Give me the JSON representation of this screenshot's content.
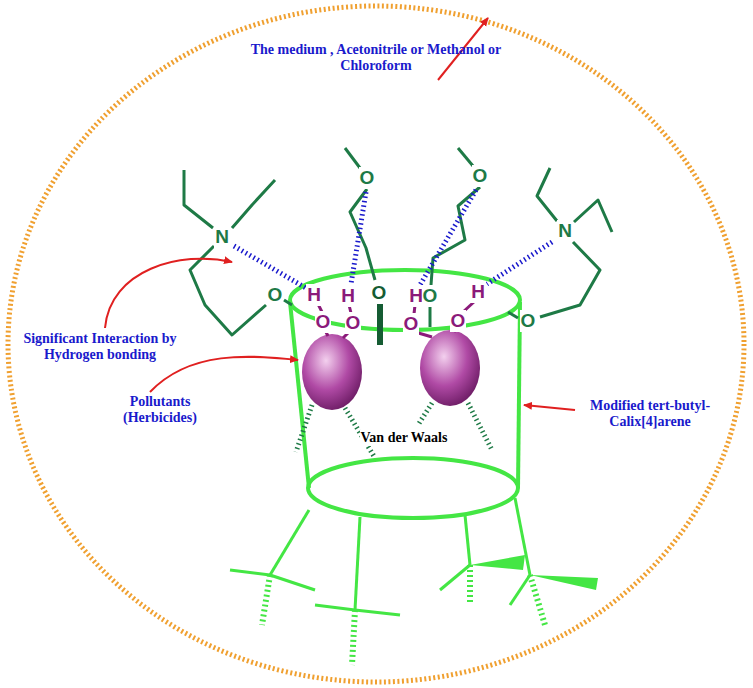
{
  "diagram": {
    "labels": [
      "The medium , Acetonitrile or Methanol or Chloroform",
      "N",
      "O",
      "O",
      "N",
      "H",
      "H",
      "H",
      "H",
      "O",
      "O",
      "O",
      "O",
      "O",
      "O",
      "O",
      "O",
      "Significant Interaction by Hydrogen bonding",
      "Pollutants (Herbicides)",
      "Modified tert-butyl-Calix[4]arene",
      "Van der Waals"
    ]
  }
}
